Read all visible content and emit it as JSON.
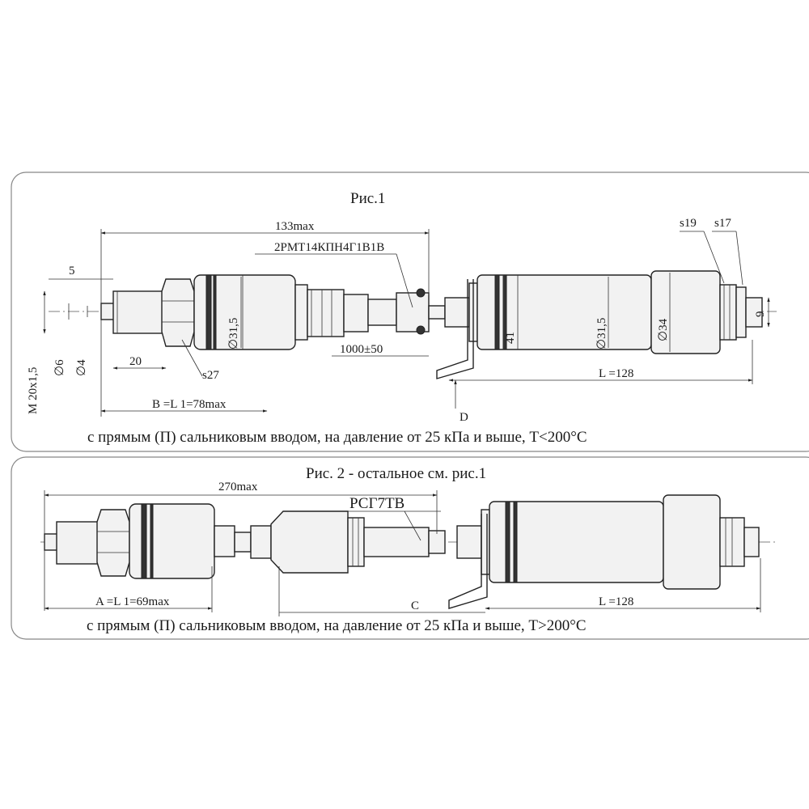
{
  "fig1": {
    "title": "Рис.1",
    "dims": {
      "d133": "133max",
      "connector": "2РМТ14КПН4Г1В1В",
      "d5": "5",
      "m20": "M 20х1,5",
      "d6": "∅6",
      "d4": "∅4",
      "d20": "20",
      "s27": "s27",
      "d31_left": "∅31,5",
      "bl1": "B =L 1=78max",
      "cable": "1000±50",
      "d41": "41",
      "d31_right": "∅31,5",
      "d34": "∅34",
      "s19": "s19",
      "s17": "s17",
      "d9": "9",
      "l128": "L =128",
      "d_label": "D"
    },
    "caption": "с прямым (П) сальниковым вводом, на давление от 25 кПа и выше, T<200°C"
  },
  "fig2": {
    "title": "Рис. 2 - остальное см. рис.1",
    "dims": {
      "d270": "270max",
      "connector": "РСГ7ТВ",
      "al1": "A =L 1=69max",
      "c_label": "C",
      "l128": "L =128"
    },
    "caption": "с прямым (П) сальниковым вводом, на давление от 25 кПа и выше, T>200°C"
  }
}
